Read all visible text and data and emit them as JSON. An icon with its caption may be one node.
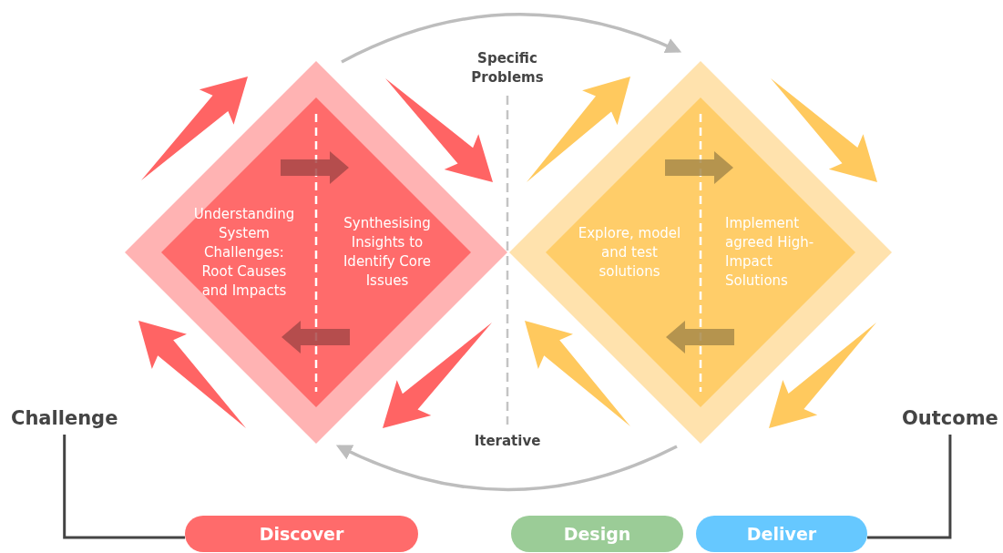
{
  "diagram": {
    "nodes": [
      {
        "text": [
          "Understanding System Challenges: Root Causes and Impacts",
          "Synthesising Insights to Identify Core Issues"
        ]
      },
      {
        "text": [
          "Explore, model and test solutions",
          "Implement agreed High-Impact Solutions"
        ]
      },
      {
        "text": [
          "Challenge"
        ]
      },
      {
        "text": [
          "Outcome"
        ]
      },
      {
        "text": [
          "Discover"
        ]
      },
      {
        "text": [
          "Design"
        ]
      },
      {
        "text": [
          "Deliver"
        ]
      }
    ],
    "edges": [
      {
        "from": 0,
        "to": 1,
        "arrow": "to"
      },
      {
        "from": 1,
        "to": 0,
        "arrow": "to"
      },
      {
        "from": 2,
        "to": 4,
        "arrow": "none",
        "color": "#444444"
      },
      {
        "from": 3,
        "to": 6,
        "arrow": "none",
        "color": "#444444"
      }
    ],
    "labels": [
      "Specific Problems",
      "Iterative"
    ]
  }
}
